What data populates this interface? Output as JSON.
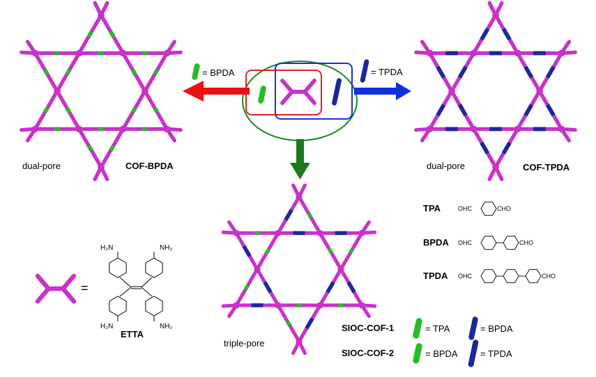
{
  "labels": {
    "left_pore": "dual-pore",
    "left_name": "COF-BPDA",
    "right_pore": "dual-pore",
    "right_name": "COF-TPDA",
    "center_pore": "triple-pore",
    "top_left_eq": "= BPDA",
    "top_right_eq": "= TPDA",
    "equals_sign": "=",
    "etta": "ETTA",
    "nh2": "NH₂",
    "h2n": "H₂N"
  },
  "aldehydes": [
    {
      "name": "TPA",
      "rings": 1
    },
    {
      "name": "BPDA",
      "rings": 2
    },
    {
      "name": "TPDA",
      "rings": 3
    }
  ],
  "aldehyde_groups": {
    "left": "OHC",
    "right": "CHO"
  },
  "legend": [
    {
      "name": "SIOC-COF-1",
      "first": "= TPA",
      "second": "= BPDA"
    },
    {
      "name": "SIOC-COF-2",
      "first": "= BPDA",
      "second": "= TPDA"
    }
  ],
  "colors": {
    "node": "#c832c8",
    "bpda": "#22c022",
    "tpda": "#1a28a0",
    "arrow_left": "#ee1111",
    "arrow_right": "#1030e0",
    "arrow_down": "#1a7a1a",
    "box_red": "#e02020",
    "box_blue": "#1a30d0",
    "ellipse_green": "#1a8a1a"
  }
}
